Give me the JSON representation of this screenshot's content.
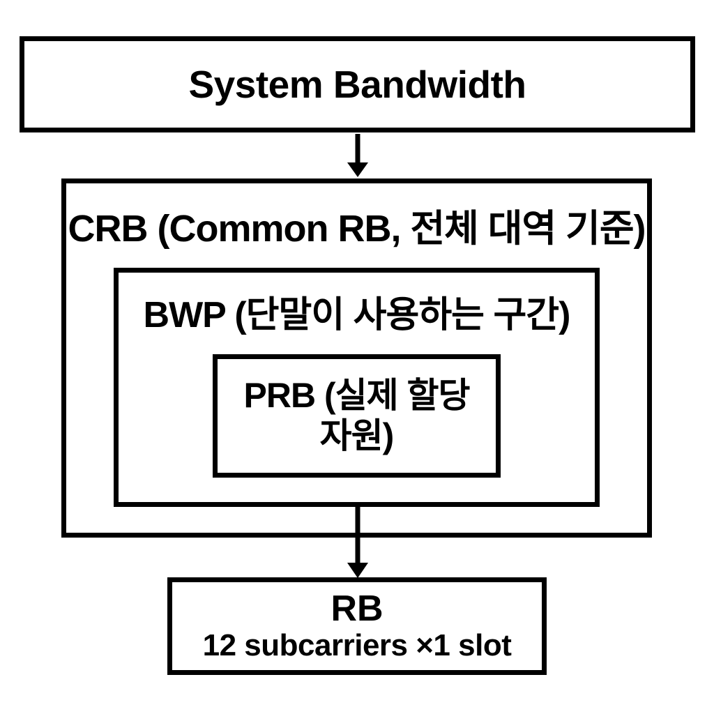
{
  "diagram": {
    "system_box": {
      "label": "System Bandwidth"
    },
    "crb_box": {
      "label": "CRB (Common RB, 전체 대역 기준)"
    },
    "bwp_box": {
      "label": "BWP (단말이 사용하는 구간)"
    },
    "prb_box": {
      "label": "PRB (실제 할당 자원)"
    },
    "rb_box": {
      "title": "RB",
      "subtitle": "12 subcarriers ×1 slot"
    },
    "colors": {
      "line": "#000000",
      "background": "#ffffff"
    }
  }
}
